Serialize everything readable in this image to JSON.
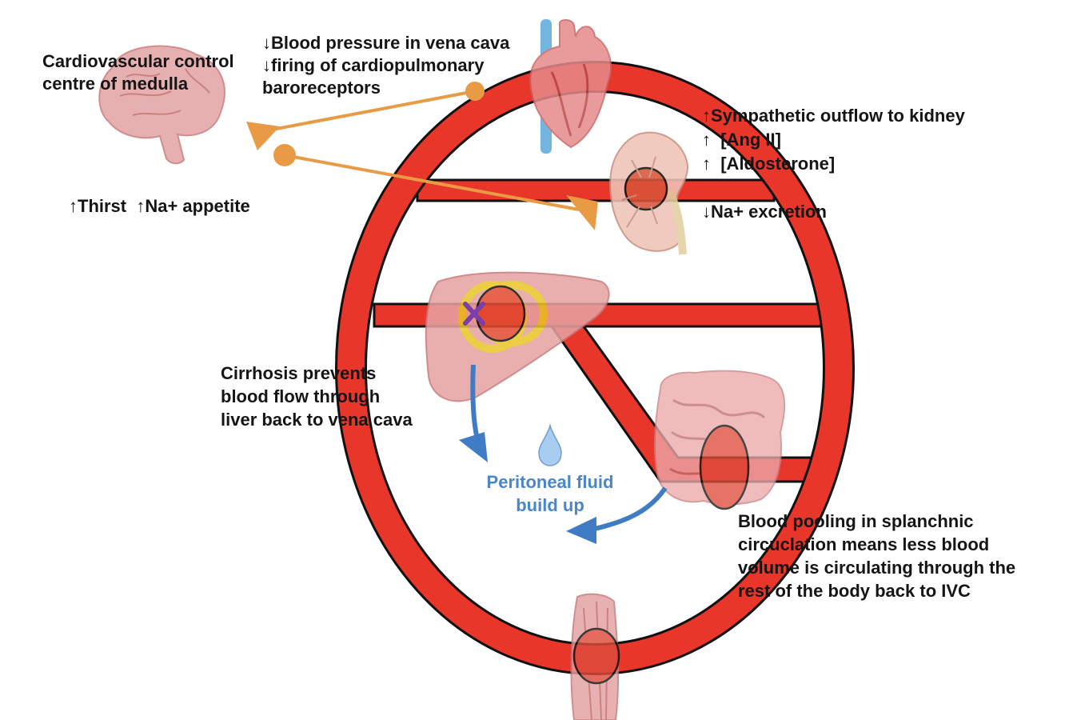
{
  "colors": {
    "vessel_red": "#e8362a",
    "vessel_outline": "#111111",
    "arrow_orange": "#e89a45",
    "arrow_blue": "#3f7cc4",
    "text_dark": "#151515",
    "text_blue": "#4a86c8",
    "organ_pink": "#e8a0a0",
    "liver_ring": "#e8c628",
    "blockage_purple": "#7b3fa8"
  },
  "icons": [
    "brain-icon",
    "heart-icon",
    "kidney-icon",
    "liver-icon",
    "intestine-icon",
    "muscle-icon",
    "droplet-icon",
    "blockage-x-icon"
  ],
  "labels": {
    "brain": [
      "Cardiovascular control",
      "centre of medulla"
    ],
    "baroreceptors": [
      "↓Blood pressure in vena cava",
      "↓firing of cardiopulmonary",
      "baroreceptors"
    ],
    "thirst": "↑Thirst  ↑Na+ appetite",
    "kidney_effects": [
      "↑Sympathetic outflow to kidney",
      "↑  [Ang II]",
      "↑  [Aldosterone]"
    ],
    "na_excretion": "↓Na+ excretion",
    "cirrhosis": [
      "Cirrhosis prevents",
      "blood flow through",
      "liver back to vena cava"
    ],
    "peritoneal": [
      "Peritoneal fluid",
      "build up"
    ],
    "pooling": [
      "Blood pooling in splanchnic",
      "circuclation means less blood",
      "volume is circulating through the",
      "rest of the body back to IVC"
    ]
  }
}
